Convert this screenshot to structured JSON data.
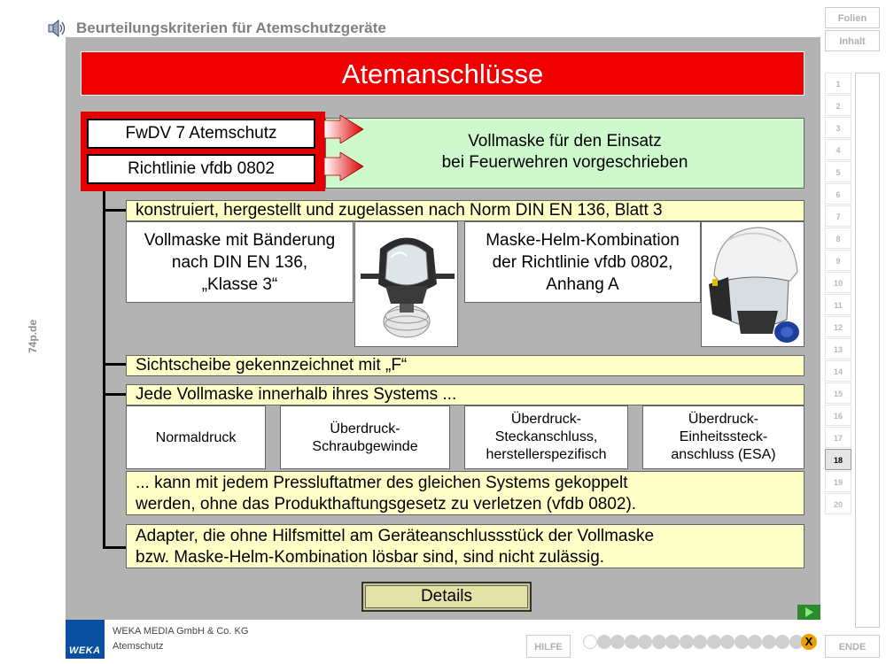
{
  "header": {
    "title": "Beurteilungskriterien für Atemschutzgeräte",
    "speaker_icon": "speaker-icon",
    "side_text": "74p.de"
  },
  "slide": {
    "title": "Atemanschlüsse",
    "red_items": [
      "FwDV 7 Atemschutz",
      "Richtlinie vfdb 0802"
    ],
    "green_text": [
      "Vollmaske für den Einsatz",
      "bei Feuerwehren vorgeschrieben"
    ],
    "row1": "konstruiert, hergestellt und zugelassen nach Norm DIN EN 136, Blatt 3",
    "mask_left": [
      "Vollmaske mit Bänderung",
      "nach DIN EN 136,",
      "„Klasse 3“"
    ],
    "mask_right": [
      "Maske-Helm-Kombination",
      "der Richtlinie vfdb 0802,",
      "Anhang A"
    ],
    "row2": "Sichtscheibe gekennzeichnet mit „F“",
    "row3": "Jede Vollmaske innerhalb ihres Systems ...",
    "types": [
      [
        "Normaldruck"
      ],
      [
        "Überdruck-",
        "Schraubgewinde"
      ],
      [
        "Überdruck-",
        "Steckanschluss,",
        "herstellerspezifisch"
      ],
      [
        "Überdruck-",
        "Einheitssteck-",
        "anschluss (ESA)"
      ]
    ],
    "row4": [
      "... kann mit jedem Pressluftatmer des gleichen Systems gekoppelt",
      "werden, ohne das Produkthaftungsgesetz zu verletzen (vfdb 0802)."
    ],
    "row5": [
      "Adapter, die ohne Hilfsmittel am Geräteanschlussstück der Vollmaske",
      "bzw. Maske-Helm-Kombination lösbar sind, sind nicht zulässig."
    ],
    "details_label": "Details"
  },
  "footer": {
    "logo_text": "WEKA",
    "company": "WEKA MEDIA GmbH & Co. KG",
    "product": "Atemschutz",
    "help_label": "HILFE",
    "close_label": "X",
    "end_label": "ENDE"
  },
  "nav": {
    "folien_label": "Folien",
    "inhalt_label": "Inhalt",
    "slides": [
      "1",
      "2",
      "3",
      "4",
      "5",
      "6",
      "7",
      "8",
      "9",
      "10",
      "11",
      "12",
      "13",
      "14",
      "15",
      "16",
      "17",
      "18",
      "19",
      "20"
    ],
    "active": "18"
  },
  "colors": {
    "title_red": "#ee0000",
    "green_box": "#cdf9cd",
    "yellow_box": "#ffffc8",
    "slide_bg": "#b3b3b3"
  }
}
